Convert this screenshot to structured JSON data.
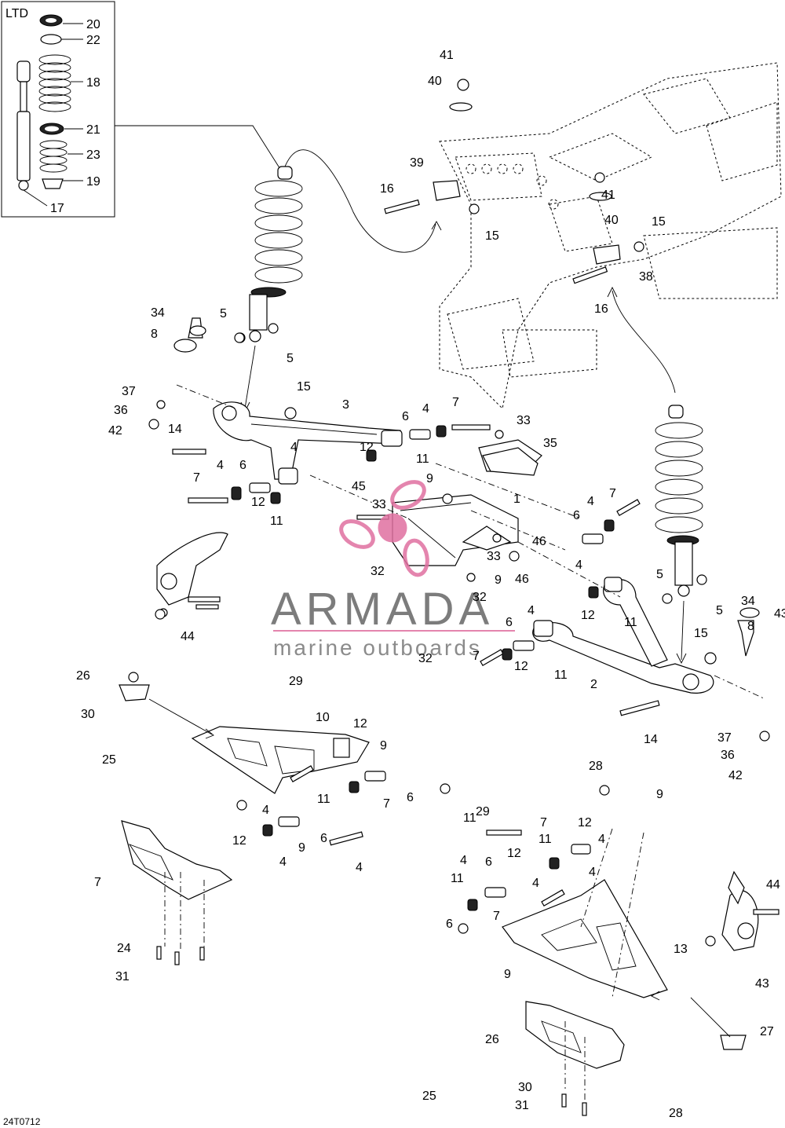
{
  "diagram": {
    "inset_title": "LTD",
    "figure_code": "24T0712",
    "watermark": {
      "brand": "ARMADA",
      "tagline": "marine outboards",
      "accent": "#e070a0",
      "text_color": "#666666"
    },
    "inset_labels": [
      "20",
      "22",
      "18",
      "21",
      "23",
      "19",
      "17"
    ],
    "callouts": [
      "41",
      "40",
      "39",
      "16",
      "15",
      "41",
      "40",
      "15",
      "38",
      "16",
      "34",
      "5",
      "8",
      "5",
      "37",
      "15",
      "3",
      "36",
      "42",
      "14",
      "6",
      "4",
      "7",
      "33",
      "4",
      "35",
      "12",
      "11",
      "7",
      "4",
      "6",
      "9",
      "1",
      "45",
      "33",
      "12",
      "11",
      "7",
      "4",
      "46",
      "6",
      "33",
      "32",
      "46",
      "9",
      "32",
      "4",
      "5",
      "5",
      "34",
      "12",
      "11",
      "32",
      "4",
      "6",
      "15",
      "8",
      "7",
      "12",
      "11",
      "2",
      "14",
      "37",
      "36",
      "42",
      "43",
      "44",
      "26",
      "30",
      "25",
      "29",
      "10",
      "12",
      "11",
      "9",
      "11",
      "7",
      "6",
      "4",
      "12",
      "9",
      "6",
      "4",
      "4",
      "7",
      "24",
      "31",
      "28",
      "9",
      "29",
      "7",
      "12",
      "11",
      "4",
      "4",
      "6",
      "12",
      "11",
      "4",
      "4",
      "7",
      "6",
      "9",
      "13",
      "44",
      "43",
      "26",
      "27",
      "30",
      "31",
      "28",
      "25"
    ]
  }
}
